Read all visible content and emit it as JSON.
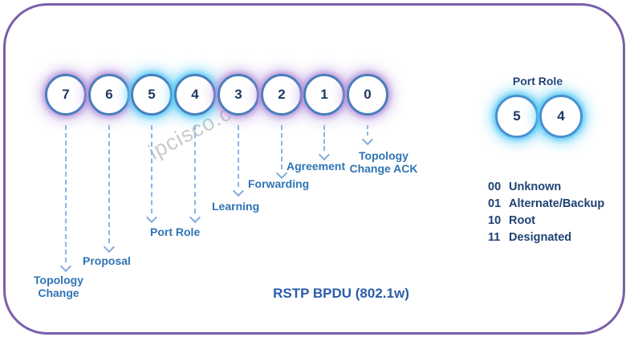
{
  "diagram": {
    "title": "RSTP BPDU  (802.1w)",
    "watermark": "ipcisco.com"
  },
  "bits": [
    {
      "value": "7",
      "glow": "purple"
    },
    {
      "value": "6",
      "glow": "purple"
    },
    {
      "value": "5",
      "glow": "cyan"
    },
    {
      "value": "4",
      "glow": "cyan"
    },
    {
      "value": "3",
      "glow": "purple"
    },
    {
      "value": "2",
      "glow": "purple"
    },
    {
      "value": "1",
      "glow": "purple"
    },
    {
      "value": "0",
      "glow": "purple"
    }
  ],
  "flag_labels": {
    "topology_change": {
      "line1": "Topology",
      "line2": "Change"
    },
    "proposal": "Proposal",
    "port_role": "Port Role",
    "learning": "Learning",
    "forwarding": "Forwarding",
    "agreement": "Agreement",
    "topology_change_ack": {
      "line1": "Topology",
      "line2": "Change ACK"
    }
  },
  "port_role_panel": {
    "title": "Port Role",
    "bits": [
      {
        "value": "5"
      },
      {
        "value": "4"
      }
    ],
    "legend": [
      {
        "code": "00",
        "meaning": "Unknown"
      },
      {
        "code": "01",
        "meaning": "Alternate/Backup"
      },
      {
        "code": "10",
        "meaning": "Root"
      },
      {
        "code": "11",
        "meaning": "Designated"
      }
    ]
  },
  "colors": {
    "frame_border": "#7b5fa8",
    "circle_stroke": "#4a7ebb",
    "purple_glow": "#b08cda",
    "cyan_glow": "#50c8f5",
    "flag_label_text": "#2e74b5",
    "dark_text": "#1f3864",
    "legend_text": "#1f4273",
    "arrow": "#84abdc"
  }
}
